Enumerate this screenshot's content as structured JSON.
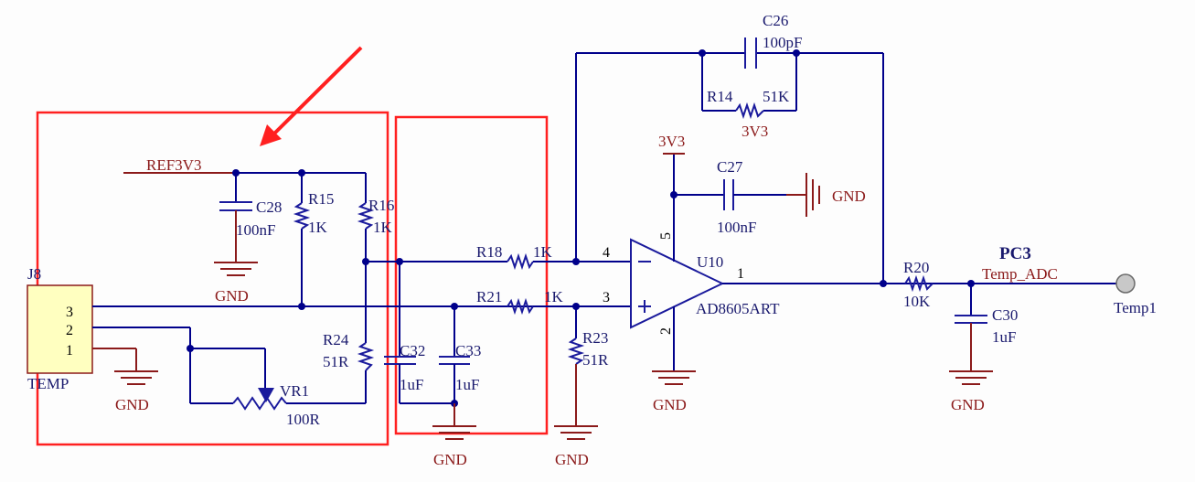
{
  "power": {
    "ref3v3": "REF3V3",
    "v3v3_top": "3V3",
    "v3v3_r14": "3V3",
    "gnd": "GND"
  },
  "connector": {
    "ref": "J8",
    "value": "TEMP",
    "pins": [
      "3",
      "2",
      "1"
    ]
  },
  "components": {
    "c28": {
      "ref": "C28",
      "value": "100nF"
    },
    "r15": {
      "ref": "R15",
      "value": "1K"
    },
    "r16": {
      "ref": "R16",
      "value": "1K"
    },
    "r24": {
      "ref": "R24",
      "value": "51R"
    },
    "vr1": {
      "ref": "VR1",
      "value": "100R"
    },
    "c32": {
      "ref": "C32",
      "value": "1uF"
    },
    "c33": {
      "ref": "C33",
      "value": "1uF"
    },
    "r18": {
      "ref": "R18",
      "value": "1K"
    },
    "r21": {
      "ref": "R21",
      "value": "1K"
    },
    "r23": {
      "ref": "R23",
      "value": "51R"
    },
    "c26": {
      "ref": "C26",
      "value": "100pF"
    },
    "r14": {
      "ref": "R14",
      "value": "51K"
    },
    "c27": {
      "ref": "C27",
      "value": "100nF"
    },
    "u10": {
      "ref": "U10",
      "value": "AD8605ART",
      "pin_in_neg": "4",
      "pin_in_pos": "3",
      "pin_vcc": "5",
      "pin_gnd": "2",
      "pin_out": "1"
    },
    "r20": {
      "ref": "R20",
      "value": "10K"
    },
    "c30": {
      "ref": "C30",
      "value": "1uF"
    }
  },
  "net": {
    "port": "PC3",
    "net_label": "Temp_ADC",
    "test_point": "Temp1"
  },
  "colors": {
    "wire": "#00008b",
    "power": "#8b1a1a",
    "highlight": "#ff2020",
    "connector_fill": "#ffffc0"
  }
}
